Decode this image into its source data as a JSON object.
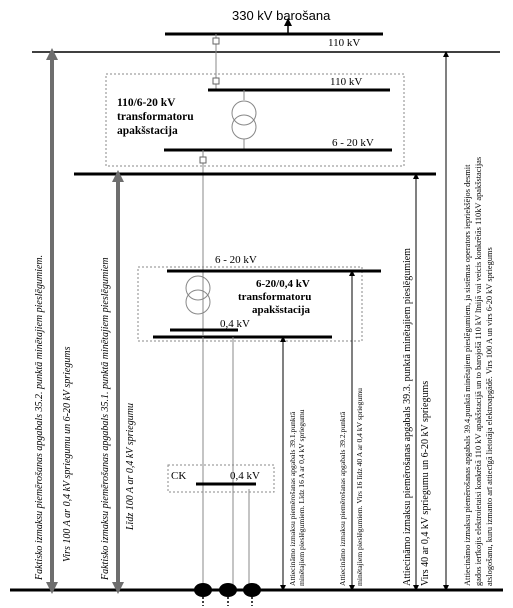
{
  "top_label": "330 kV barošana",
  "bus_110kv_top": "110 kV",
  "substation_110": {
    "bus_110": "110 kV",
    "title_line1": "110/6-20 kV",
    "title_line2": "transformatoru",
    "title_line3": "apakšstacija",
    "bus_6_20": "6 -  20 kV"
  },
  "substation_6_20": {
    "bus_6_20": "6 -  20 kV",
    "title_line1": "6-20/0,4 kV",
    "title_line2": "transformatoru",
    "title_line3": "apakšstacija",
    "bus_04": "0,4 kV"
  },
  "ck": {
    "label": "CK",
    "voltage": "0,4 kV"
  },
  "vertical_labels": {
    "v1_line1": "Faktisko izmaksu piemērošanas apgabals 35.2. punktā minētajiem pieslēgumiem.",
    "v1_line2": "Virs 100 A ar 0,4 kV spriegumu un 6-20 kV spriegums",
    "v2_line1": "Faktisko izmaksu piemērošanas apgabals 35.1. punktā minētajiem pieslēgumiem",
    "v2_line2": "Līdz 100 A ar 0,4 kV spriegumu",
    "v3_line1": "Attiecināmo izmaksu piemērošanas apgabals 39.1.punktā",
    "v3_line2": "minētajiem pieslēgumiem. Līdz 16 A ar 0,4 kV spriegumu",
    "v4_line1": "Attiecināmo izmaksu piemērošanas apgabals 39.2.punktā",
    "v4_line2": "minētajiem pieslēgumiem. Virs 16 līdz 40 A ar 0,4 kV spriegumu",
    "v5_line1": "Attiecināmo izmaksu piemērošanas apgabals 39.3. punktā minētajiem pieslēgumiem",
    "v5_line2": "Virs 40 ar 0,4 kV spriegumu un 6-20 kV spriegums",
    "v6_line1": "Attiecināmo izmaksu piemērošanas apgabals 39.4.punktā minētajiem pieslēgumiem, ja sistēmas operators iepriekšējos desmit",
    "v6_line2": "gados ierīkojis elektroietaisi konkrētā 110 kV apakšstacijā un to barojošā 110 kV līnijā vai veicis konkrētās 110kV apakšstacijas",
    "v6_line3": "atslogošanu, kuru izmanto arī attiecīgā lietotāja elektroapgādē. Virs 100 A un virs 6-20 kV spriegums"
  },
  "colors": {
    "line": "#000000",
    "arrow_gray": "#6e6e6e",
    "box_border": "#8a8a8a"
  }
}
